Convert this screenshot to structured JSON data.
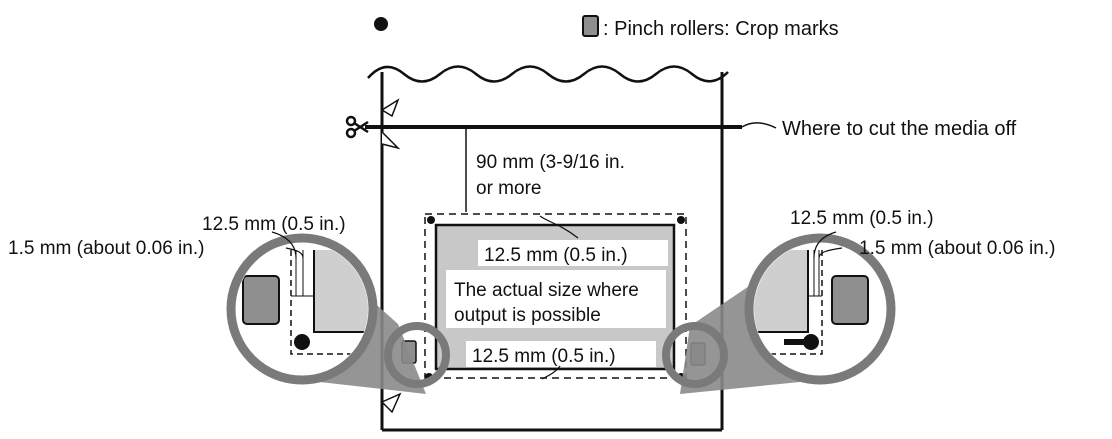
{
  "legend": {
    "text": ": Pinch rollers: Crop marks"
  },
  "labels": {
    "cut_line": "Where to cut the media off",
    "top_margin_line1": "90 mm (3-9/16 in.",
    "top_margin_line2": "or more",
    "inner_top_margin": "12.5 mm (0.5 in.)",
    "inner_bottom_margin": "12.5 mm (0.5 in.)",
    "output_area_line1": "The actual size where",
    "output_area_line2": "output is possible",
    "left_detail_margin": "12.5 mm (0.5 in.)",
    "left_detail_offset": "1.5 mm (about 0.06 in.)",
    "right_detail_margin": "12.5 mm (0.5 in.)",
    "right_detail_offset": "1.5 mm (about 0.06 in.)"
  },
  "icons": {
    "cut": "scissors-icon",
    "pinch_roller": "pinch-roller-icon",
    "crop_mark": "crop-mark-icon"
  },
  "colors": {
    "line": "#111111",
    "output_area": "#c8c8c8",
    "pinch_roller": "#8f8f8f",
    "detail_circle": "#7a7a7a",
    "detail_fill": "#cfcfcf"
  }
}
